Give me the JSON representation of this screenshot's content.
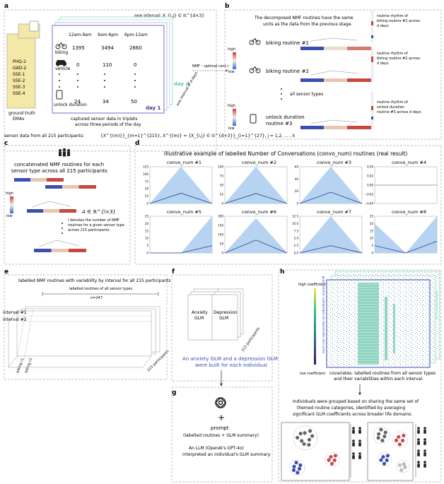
{
  "panel_labels": [
    "a",
    "b",
    "c",
    "d",
    "e",
    "f",
    "g",
    "h"
  ],
  "panel_a": {
    "interval_text": "one interval: X_{i,j} ∈ ℝ^{d×3}",
    "ema_list": [
      "PHQ-2",
      "GAD-2",
      "SSE-1",
      "SSE-2",
      "SSE-3",
      "SSE-4"
    ],
    "ema_caption": "ground truth EMAs",
    "periods": [
      "12am-9am",
      "9am-6pm",
      "6pm-12am"
    ],
    "sensors": [
      "biking",
      "vehicle",
      "unlock duration"
    ],
    "rows": [
      [
        "1395",
        "3494",
        "2660"
      ],
      [
        "0",
        "110",
        "0"
      ],
      [
        "24",
        "34",
        "50"
      ]
    ],
    "day1": "day 1",
    "dayd": "day d",
    "side_note": "one interval of d days",
    "caption": "captured sensor data in triplets across three periods of the day",
    "arrow_text": "NMF – optimal rank r",
    "sensor_data_text": "sensor data from all 215 participants:",
    "formula": "{X^{(m)}}_{m=1}^{215}, X^{(m)} = {X_{i,j} ∈ ℝ^{d×3}}_{i=1}^{27}, j = 1,2, … , k"
  },
  "panel_b": {
    "header": "The decomposed NMF routines have the same units as the data from the previous stage.",
    "high": "high",
    "low": "low",
    "routines": [
      "biking routine #1",
      "biking routine #2",
      "unlock duration routine #3"
    ],
    "rhythms": [
      "routine rhythm of biking routine #1 across d days",
      "routine rhythm of biking routine #2 across d days",
      "routine rhythm of unlock duration routine #3 across d days"
    ],
    "all_sensor": "all sensor types"
  },
  "panel_c": {
    "text": "concatenated NMF routines for each sensor type across all 215 participants",
    "high": "high",
    "low": "low",
    "formula": "A ∈ ℝ^{l×3}",
    "note": "l denotes the number of NMF routines for a given sensor type across 215 participants."
  },
  "panel_d": {
    "title": "Illustrative example of labelled Number of Conversations (convo_num) routines (real result)"
  },
  "chart_data": [
    {
      "type": "line",
      "title": "convo_num #1",
      "x": [
        0,
        1,
        2
      ],
      "values": [
        0,
        35,
        0
      ],
      "upper": [
        0,
        125,
        0
      ],
      "ylim": [
        0,
        125
      ],
      "yticks": [
        "0",
        "25",
        "50",
        "75",
        "100",
        "125"
      ]
    },
    {
      "type": "line",
      "title": "convo_num #2",
      "x": [
        0,
        1,
        2
      ],
      "values": [
        0,
        30,
        0
      ],
      "upper": [
        0,
        110,
        0
      ],
      "ylim": [
        0,
        110
      ],
      "yticks": [
        "0",
        "25",
        "50",
        "75",
        "100"
      ]
    },
    {
      "type": "line",
      "title": "convo_num #3",
      "x": [
        0,
        1,
        2
      ],
      "values": [
        0,
        20,
        0
      ],
      "upper": [
        0,
        65,
        0
      ],
      "ylim": [
        0,
        65
      ],
      "yticks": [
        "0",
        "20",
        "40",
        "60"
      ]
    },
    {
      "type": "line",
      "title": "convo_num #4",
      "x": [
        0,
        1,
        2
      ],
      "values": [
        0,
        0,
        0
      ],
      "upper": [
        0,
        0,
        0
      ],
      "ylim": [
        -0.04,
        0.04
      ],
      "yticks": [
        "−0.04",
        "−0.02",
        "0.00",
        "0.02",
        "0.04"
      ]
    },
    {
      "type": "line",
      "title": "convo_num #5",
      "x": [
        0,
        1,
        2
      ],
      "values": [
        0,
        0,
        5
      ],
      "upper": [
        0,
        0,
        25
      ],
      "ylim": [
        0,
        25
      ],
      "yticks": [
        "0",
        "5",
        "10",
        "15",
        "20",
        "25"
      ]
    },
    {
      "type": "line",
      "title": "convo_num #6",
      "x": [
        0,
        1,
        2
      ],
      "values": [
        0,
        70,
        0
      ],
      "upper": [
        0,
        190,
        0
      ],
      "ylim": [
        0,
        200
      ],
      "yticks": [
        "0",
        "50",
        "100",
        "150",
        "200"
      ]
    },
    {
      "type": "line",
      "title": "convo_num #7",
      "x": [
        0,
        1,
        2
      ],
      "values": [
        0,
        2.5,
        0
      ],
      "upper": [
        0,
        12.5,
        0
      ],
      "ylim": [
        0,
        12.5
      ],
      "yticks": [
        "0.0",
        "2.5",
        "5.0",
        "7.5",
        "10.0",
        "12.5"
      ]
    },
    {
      "type": "line",
      "title": "convo_num #8",
      "x": [
        0,
        1,
        2
      ],
      "values": [
        5,
        0,
        8
      ],
      "upper": [
        20,
        0,
        25
      ],
      "ylim": [
        0,
        25
      ],
      "yticks": [
        "0",
        "5",
        "10",
        "15",
        "20",
        "25"
      ]
    }
  ],
  "panel_e": {
    "title": "labelled NMF routines with variability by interval for all 215 participants",
    "bracket": "labelled routines of all sensor types",
    "n": "n=247",
    "interval1": "interval #1",
    "interval2": "interval #2",
    "xlabels": [
      "biking r1",
      "biking r2"
    ],
    "depth": "215 participants"
  },
  "panel_f": {
    "glm1": "Anxiety GLM",
    "glm2": "Depression GLM",
    "depth": "215 participants",
    "caption": "An anxiety GLM and a depression GLM were built for each individual"
  },
  "panel_g": {
    "plus": "+",
    "prompt": "prompt",
    "prompt_sub": "(labelled routines + GLM summary)",
    "llm": "An LLM (OpenAI's GPT-4o) interpreted an individual's GLM summary."
  },
  "panel_h": {
    "high": "high coefficient",
    "low": "low coefficient",
    "yside": "each row represents an individual's anxiety GLM",
    "depression": "depression GLM",
    "covariates": "covariates: labelled routines from all sensor types and their variabilities within each interval.",
    "grouping": "Individuals were grouped based on sharing the same set of themed routine categories, identified by averaging significant GLM coefficients across broader life domains."
  },
  "colors": {
    "accent": "#8fd4c1",
    "blue": "#3b4fb5",
    "red": "#c94a4a",
    "band": "#a9cbf0",
    "line": "#27408b",
    "green": "#67c9a9",
    "purple": "#7a6ad8"
  }
}
